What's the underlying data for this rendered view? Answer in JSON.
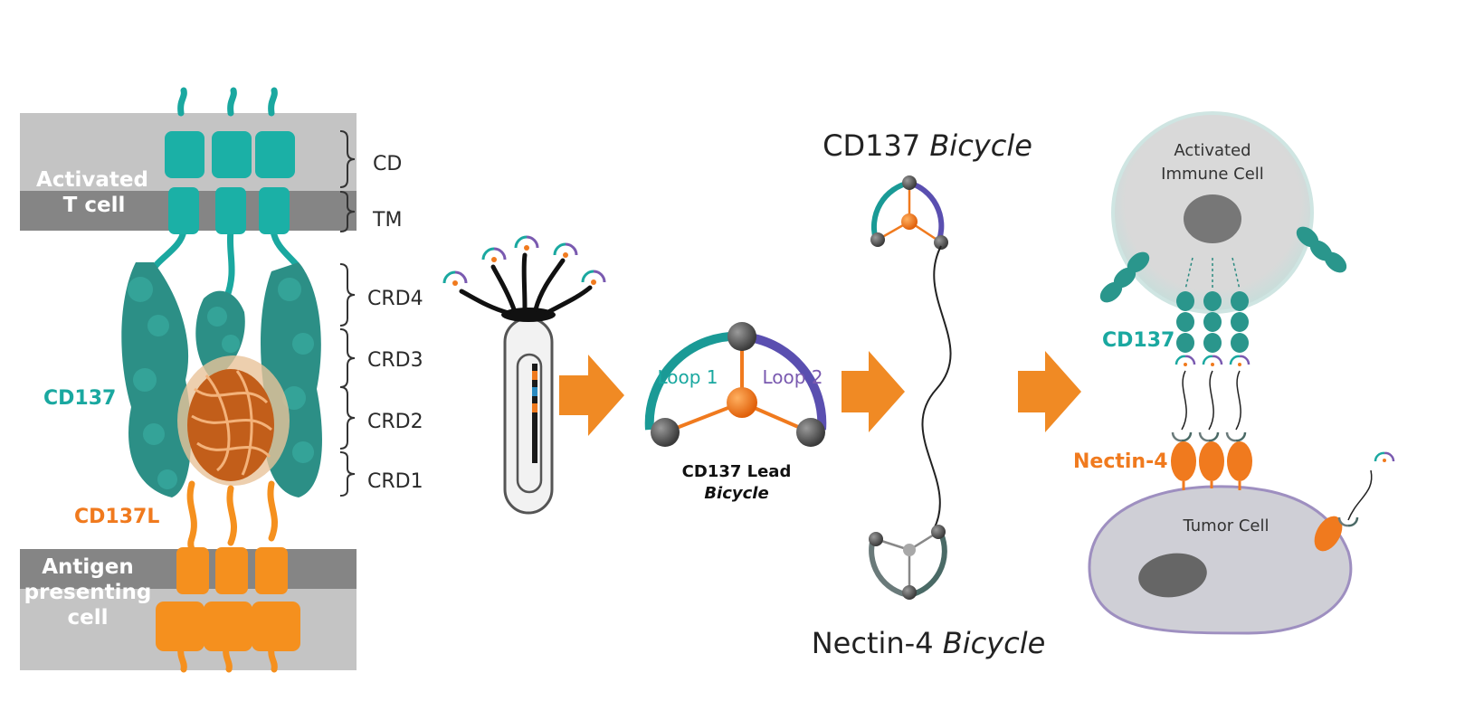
{
  "colors": {
    "teal": "#1aa8a0",
    "dark_teal": "#2a8a80",
    "orange": "#f07a1e",
    "purple": "#7a5ab0",
    "membrane_light": "#bdbdbd",
    "membrane_dark": "#808080",
    "arrow": "#f08a24"
  },
  "panel1": {
    "t_cell_line1": "Activated",
    "t_cell_line2": "T cell",
    "apc_line1": "Antigen",
    "apc_line2": "presenting",
    "apc_line3": "cell",
    "cd137": "CD137",
    "cd137l": "CD137L",
    "domains": [
      "CD",
      "TM",
      "CRD4",
      "CRD3",
      "CRD2",
      "CRD1"
    ]
  },
  "panel2": {
    "loop1": "Loop 1",
    "loop2": "Loop 2",
    "lead_line1": "CD137 Lead",
    "lead_line2": "Bicycle"
  },
  "panel3": {
    "top_title_plain": "CD137 ",
    "top_title_italic": "Bicycle",
    "bottom_title_plain": "Nectin-4 ",
    "bottom_title_italic": "Bicycle"
  },
  "panel4": {
    "immune_line1": "Activated",
    "immune_line2": "Immune Cell",
    "cd137": "CD137",
    "nectin": "Nectin-4",
    "tumor": "Tumor Cell"
  }
}
